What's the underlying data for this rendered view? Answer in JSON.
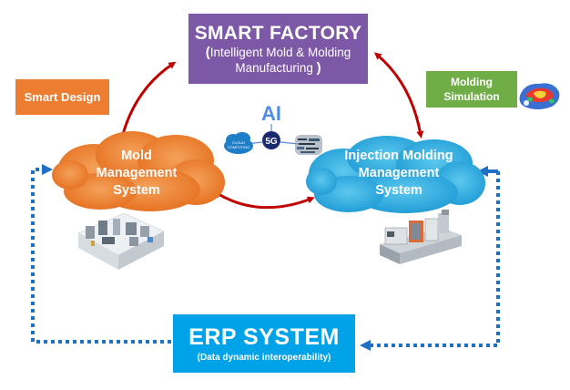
{
  "smart_factory": {
    "title": "SMART FACTORY",
    "subtitle_open": "(",
    "subtitle_line1": "Intelligent Mold & Molding",
    "subtitle_line2": "Manufacturing",
    "subtitle_close": ")"
  },
  "smart_design": {
    "label": "Smart Design"
  },
  "molding_simulation": {
    "label_line1": "Molding",
    "label_line2": "Simulation"
  },
  "mold_management": {
    "line1": "Mold",
    "line2": "Management",
    "line3": "System"
  },
  "injection_management": {
    "line1": "Injection Molding",
    "line2": "Management",
    "line3": "System"
  },
  "erp": {
    "title": "ERP SYSTEM",
    "subtitle": "(Data dynamic interoperability)"
  },
  "tech": {
    "ai": "AI",
    "fiveg": "5G",
    "cloud_line1": "CLOUD",
    "cloud_line2": "COMPUTING"
  },
  "colors": {
    "purple": "#7c58a6",
    "orange": "#ed7d31",
    "green": "#70ad47",
    "blue": "#00a2e8",
    "arrow_red": "#c00000",
    "arrow_blue": "#1f6fc5"
  },
  "icons": [
    "cloud-computing-icon",
    "ai-icon",
    "5g-icon",
    "factory-floor-image",
    "injection-machine-image",
    "simulation-part-image"
  ]
}
